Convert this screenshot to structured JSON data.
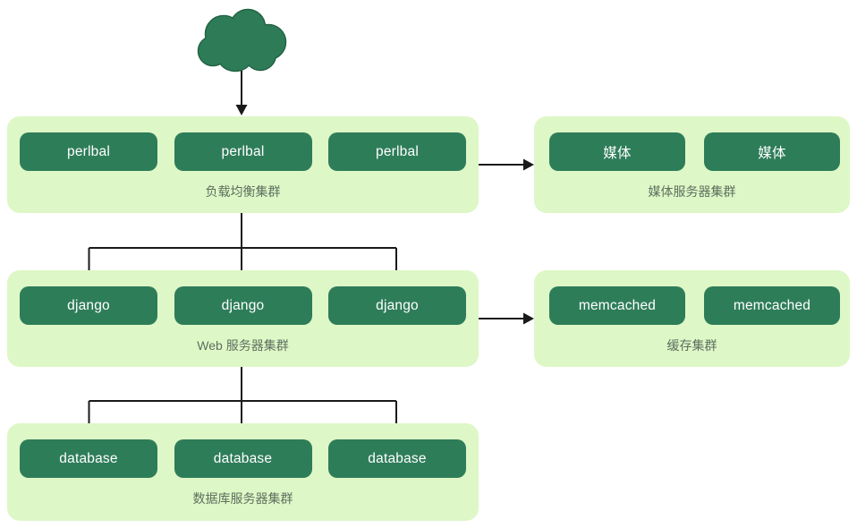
{
  "diagram": {
    "cloud": {
      "name": "internet-cloud"
    },
    "clusters": {
      "load_balancer": {
        "label": "负载均衡集群",
        "nodes": [
          "perlbal",
          "perlbal",
          "perlbal"
        ]
      },
      "media": {
        "label": "媒体服务器集群",
        "nodes": [
          "媒体",
          "媒体"
        ]
      },
      "web": {
        "label": "Web 服务器集群",
        "nodes": [
          "django",
          "django",
          "django"
        ]
      },
      "cache": {
        "label": "缓存集群",
        "nodes": [
          "memcached",
          "memcached"
        ]
      },
      "database": {
        "label": "数据库服务器集群",
        "nodes": [
          "database",
          "database",
          "database"
        ]
      }
    },
    "colors": {
      "cluster_bg": "#def7c6",
      "node_bg": "#2e7d59",
      "node_text": "#ffffff",
      "label_text": "#5e6f60",
      "cloud_fill": "#2d7b57",
      "cloud_stroke": "#1f5f41",
      "arrow": "#1a1a1a"
    }
  }
}
